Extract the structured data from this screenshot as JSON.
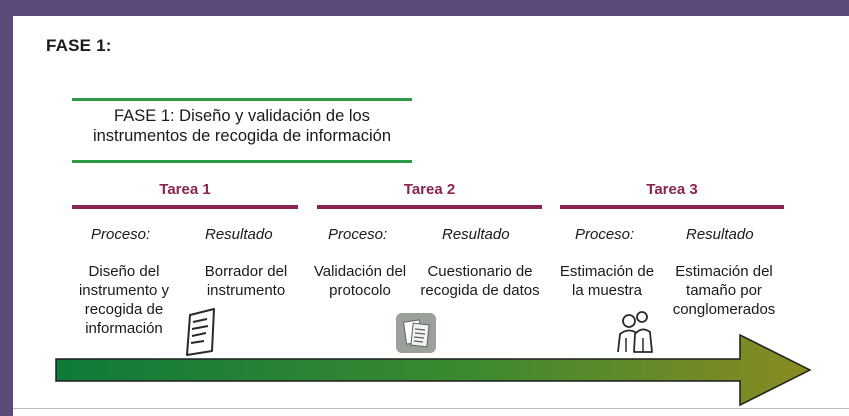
{
  "phase_label": "FASE 1:",
  "phase_title": "FASE 1: Diseño y validación de los instrumentos de recogida de información",
  "tasks": [
    {
      "title": "Tarea 1",
      "process_label": "Proceso:",
      "result_label": "Resultado",
      "process_text": "Diseño del instrumento y recogida de información",
      "result_text": "Borrador del instrumento",
      "icon": "document-icon"
    },
    {
      "title": "Tarea 2",
      "process_label": "Proceso:",
      "result_label": "Resultado",
      "process_text": "Validación del protocolo",
      "result_text": "Cuestionario de recogida de datos",
      "icon": "questionnaire-icon"
    },
    {
      "title": "Tarea 3",
      "process_label": "Proceso:",
      "result_label": "Resultado",
      "process_text": "Estimación de la muestra",
      "result_text": "Estimación del tamaño por conglomerados",
      "icon": "people-group-icon"
    }
  ],
  "colors": {
    "frame": "#5b4a7a",
    "task_accent": "#8b2452",
    "phase_rule": "#2f9a46",
    "arrow_start": "#0f7a3a",
    "arrow_end": "#8a8a22"
  }
}
